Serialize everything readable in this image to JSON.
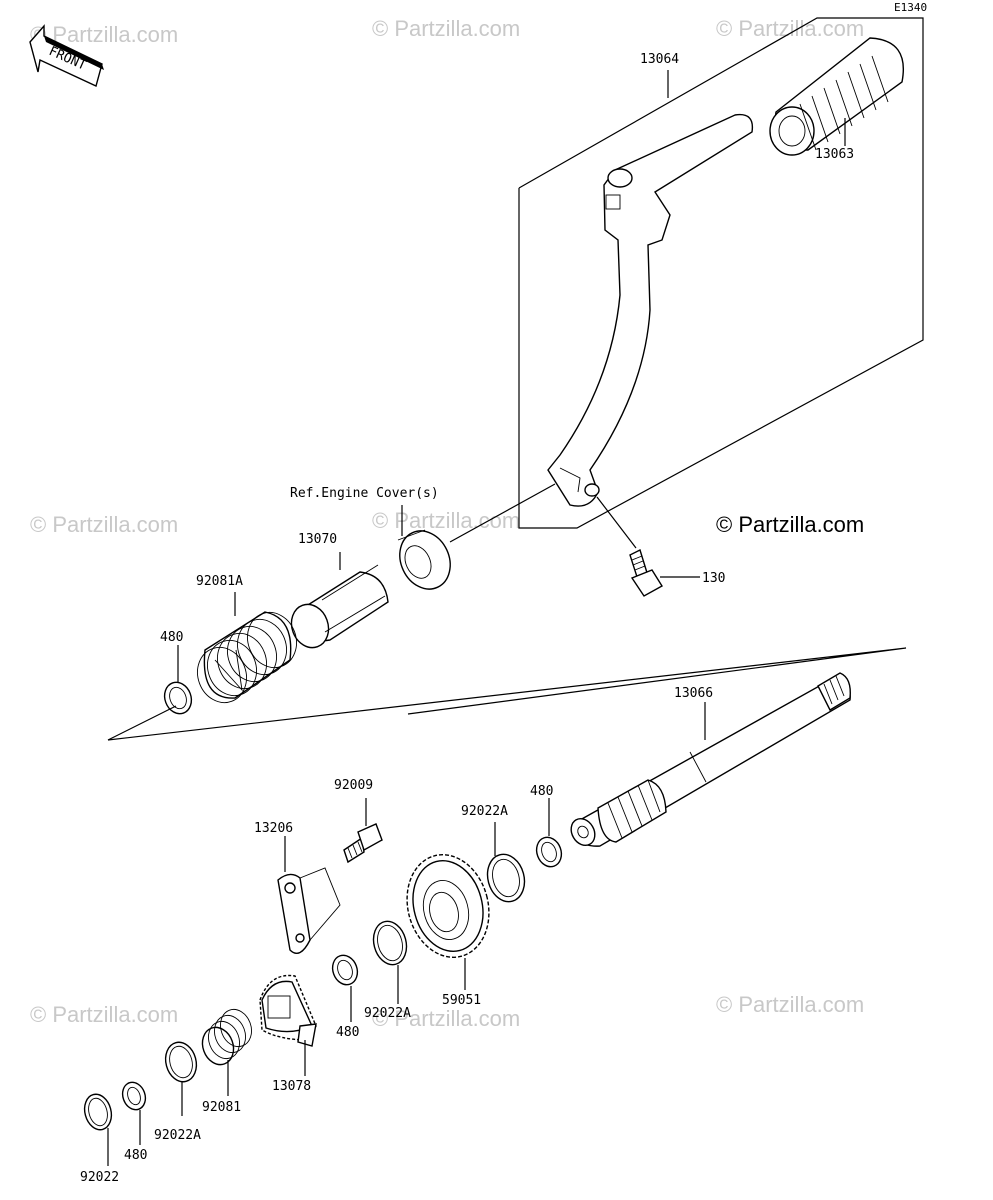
{
  "diagram_code": "E1340",
  "front_label": "FRONT",
  "credit": "© Partzilla.com",
  "watermark": "© Partzilla.com",
  "reference_note": "Ref.Engine Cover(s)",
  "parts": {
    "p13064": "13064",
    "p13063": "13063",
    "p130": "130",
    "p13070": "13070",
    "p92081A": "92081A",
    "p480_top": "480",
    "p13066": "13066",
    "p92009": "92009",
    "p13206": "13206",
    "p92022A_upper": "92022A",
    "p480_upper": "480",
    "p59051": "59051",
    "p92022A_mid": "92022A",
    "p480_mid": "480",
    "p13078": "13078",
    "p92081": "92081",
    "p92022A_low": "92022A",
    "p480_low": "480",
    "p92022": "92022"
  }
}
